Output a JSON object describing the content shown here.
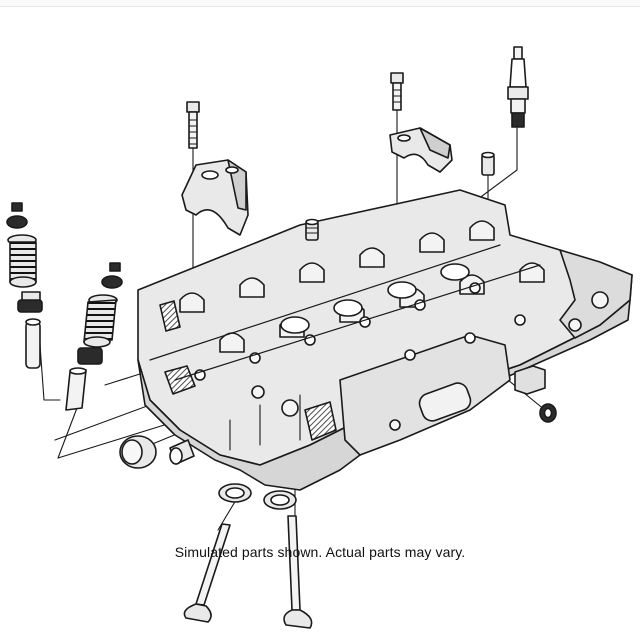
{
  "caption": "Simulated parts shown. Actual parts may vary.",
  "colors": {
    "line": "#1a1a1a",
    "fill": "#e9e9e9",
    "shade": "#c8c8c8",
    "dark": "#2b2b2b",
    "background": "#ffffff"
  },
  "parts": [
    "cylinder-head",
    "camshaft-bearing-cap-left",
    "camshaft-bearing-cap-right",
    "cap-bolt-left",
    "cap-bolt-right",
    "spark-plug",
    "dowel-pin",
    "valve-spring-assembly-left",
    "valve-spring-assembly-middle",
    "valve-guide-left",
    "valve-guide-middle",
    "expansion-plug",
    "valve-stem-seal-small",
    "valve-seat-left",
    "valve-seat-right",
    "intake-valve",
    "exhaust-valve",
    "oring-right"
  ]
}
